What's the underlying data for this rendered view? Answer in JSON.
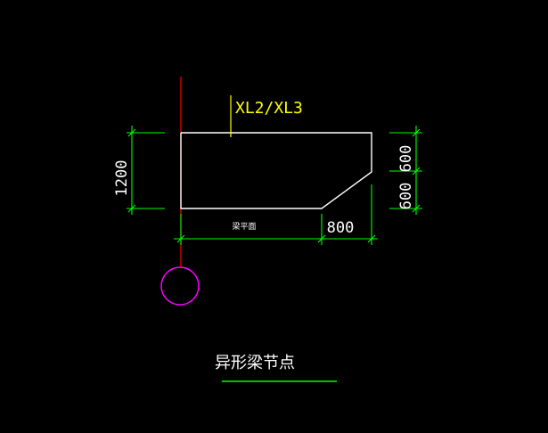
{
  "drawing": {
    "beam_tag": "XL2/XL3",
    "section_note": "梁平面",
    "title": "异形梁节点",
    "dimensions": {
      "left_height": "1200",
      "bottom_length": "800",
      "right_top": "600",
      "right_bottom": "600"
    }
  },
  "colors": {
    "background": "#000000",
    "outline": "#ffffff",
    "dimension": "#00ff00",
    "tag": "#ffff00",
    "axis": "#ff0000",
    "grid_circle": "#ff00ff"
  }
}
